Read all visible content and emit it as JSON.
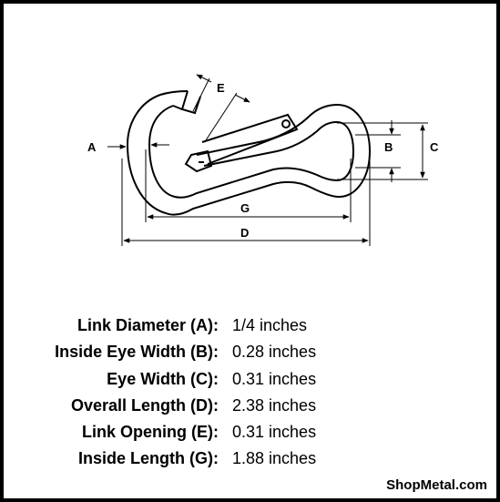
{
  "diagram": {
    "dimension_labels": {
      "A": "A",
      "B": "B",
      "C": "C",
      "D": "D",
      "E": "E",
      "G": "G"
    }
  },
  "specs": [
    {
      "label": "Link Diameter (A):",
      "value": "1/4 inches"
    },
    {
      "label": "Inside Eye Width (B):",
      "value": "0.28 inches"
    },
    {
      "label": "Eye Width (C):",
      "value": "0.31 inches"
    },
    {
      "label": "Overall Length (D):",
      "value": "2.38 inches"
    },
    {
      "label": "Link Opening (E):",
      "value": "0.31 inches"
    },
    {
      "label": "Inside Length (G):",
      "value": "1.88 inches"
    }
  ],
  "brand": "ShopMetal.com"
}
